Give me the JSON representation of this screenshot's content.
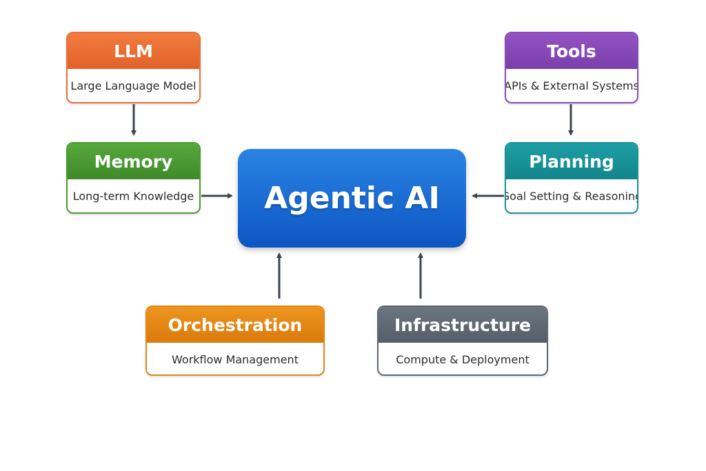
{
  "center": {
    "title": "Agentic AI"
  },
  "nodes": {
    "llm": {
      "title": "LLM",
      "subtitle": "Large Language Model"
    },
    "memory": {
      "title": "Memory",
      "subtitle": "Long-term Knowledge"
    },
    "tools": {
      "title": "Tools",
      "subtitle": "APIs & External Systems"
    },
    "planning": {
      "title": "Planning",
      "subtitle": "Goal Setting & Reasoning"
    },
    "orchestration": {
      "title": "Orchestration",
      "subtitle": "Workflow Management"
    },
    "infrastructure": {
      "title": "Infrastructure",
      "subtitle": "Compute & Deployment"
    }
  },
  "colors": {
    "llm": "#e8703a",
    "memory": "#4b9a33",
    "tools": "#8a4cb8",
    "planning": "#1a9197",
    "orchestration": "#e18617",
    "infrastructure": "#5e6873",
    "center": "#1565d0",
    "arrow": "#3c4650"
  }
}
